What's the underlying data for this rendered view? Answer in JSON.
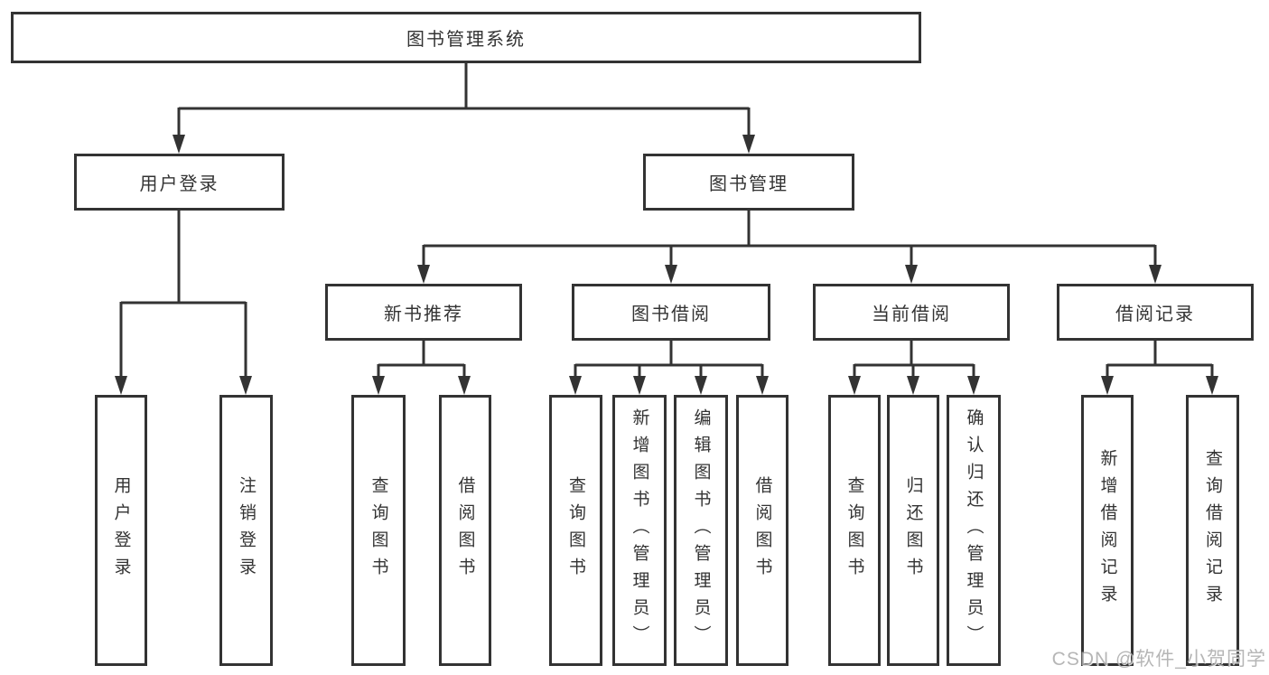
{
  "diagram": {
    "root": {
      "label": "图书管理系统"
    },
    "branches": [
      {
        "label": "用户登录",
        "children": [
          {
            "label": "用户登录"
          },
          {
            "label": "注销登录"
          }
        ]
      },
      {
        "label": "图书管理",
        "children": [
          {
            "label": "新书推荐",
            "children": [
              {
                "label": "查询图书"
              },
              {
                "label": "借阅图书"
              }
            ]
          },
          {
            "label": "图书借阅",
            "children": [
              {
                "label": "查询图书"
              },
              {
                "label": "新增图书（管理员）"
              },
              {
                "label": "编辑图书（管理员）"
              },
              {
                "label": "借阅图书"
              }
            ]
          },
          {
            "label": "当前借阅",
            "children": [
              {
                "label": "查询图书"
              },
              {
                "label": "归还图书"
              },
              {
                "label": "确认归还（管理员）"
              }
            ]
          },
          {
            "label": "借阅记录",
            "children": [
              {
                "label": "新增借阅记录"
              },
              {
                "label": "查询借阅记录"
              }
            ]
          }
        ]
      }
    ],
    "colors": {
      "border": "#333333",
      "line": "#333333",
      "text": "#333333",
      "background": "#ffffff",
      "watermark": "#aaaaaa"
    },
    "watermark": "CSDN @软件_小贺同学"
  }
}
